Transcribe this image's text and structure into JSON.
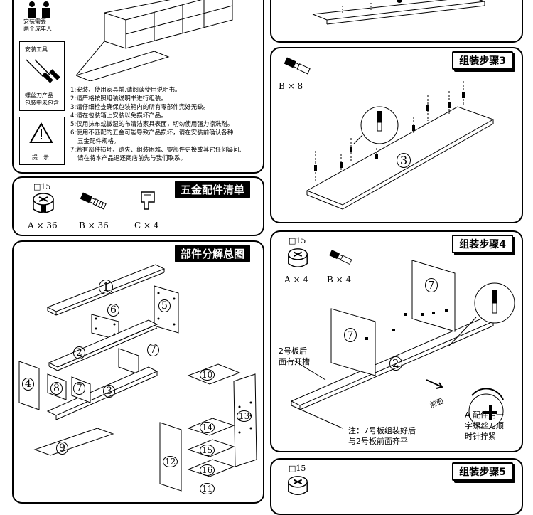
{
  "left_top": {
    "install_people": "安装需要\n两个成年人",
    "tools_title": "安装工具",
    "tools_note": "螺丝刀产品\n包装中未包含",
    "warning_label": "提　示",
    "notes": [
      "1:安装、使用家具前,请阅读使用说明书。",
      "2:请严格按照组装说明书进行组装。",
      "3:请仔细检查确保包装箱内的所有零部件完好无缺。",
      "4:请在包装箱上安装以免损坏产品。",
      "5:仅用抹布或微湿的布清洁家具表面，切勿使用强力擦洗剂。",
      "6:使用不匹配的五金可能导致产品损坏，请在安装前确认各种",
      "五金配件规格。",
      "7:若有部件损坏、遗失、组装困难、零部件更换或其它任何疑问,",
      "请在将本产品退还商店前先与我们联系。"
    ]
  },
  "hardware_list": {
    "title": "五金配件清单",
    "cam_size": "□15",
    "items": [
      {
        "code": "A",
        "qty": "36"
      },
      {
        "code": "B",
        "qty": "36"
      },
      {
        "code": "C",
        "qty": "4"
      }
    ],
    "times": "×"
  },
  "exploded": {
    "title": "部件分解总图",
    "parts": [
      "1",
      "2",
      "3",
      "4",
      "5",
      "6",
      "7",
      "7",
      "8",
      "9",
      "10",
      "11",
      "12",
      "13",
      "14",
      "15",
      "16"
    ]
  },
  "step3": {
    "title": "组装步骤3",
    "hardware": {
      "code": "B",
      "qty": "8"
    },
    "part": "3"
  },
  "step4": {
    "title": "组装步骤4",
    "cam_size": "□15",
    "hardware": [
      {
        "code": "A",
        "qty": "4"
      },
      {
        "code": "B",
        "qty": "4"
      }
    ],
    "callout": "2号板后\n面有开槽",
    "front_label": "前面",
    "parts": [
      "7",
      "7",
      "2"
    ],
    "note": "注：7号板组装好后\n与2号板前面齐平",
    "tool_note": "A 配件用一\n字螺丝刀顺\n时针拧紧"
  },
  "step5": {
    "title": "组装步骤5",
    "cam_size": "□15"
  }
}
